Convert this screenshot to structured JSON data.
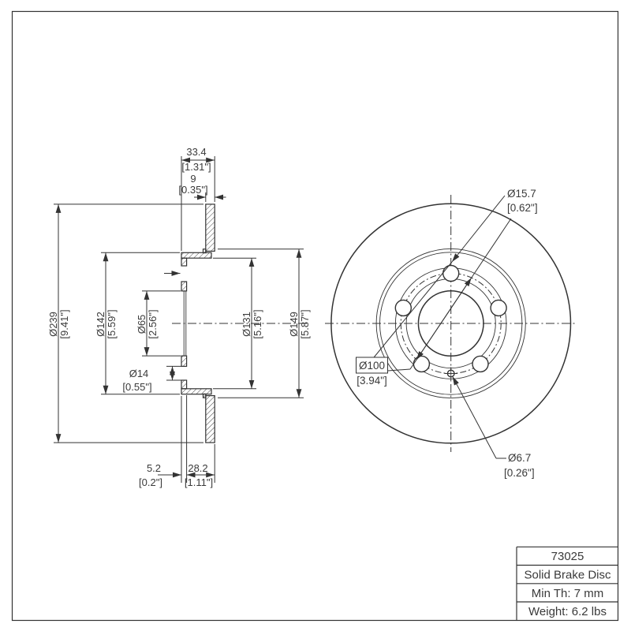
{
  "drawing": {
    "type_label": "Solid Brake Disc technical drawing",
    "section_view": {
      "dims": {
        "total_width_mm": "33.4",
        "total_width_in": "[1.31\"]",
        "disc_thickness_mm": "9",
        "disc_thickness_in": "[0.35\"]",
        "outer_dia_mm": "Ø239",
        "outer_dia_in": "[9.41\"]",
        "hat_dia_mm": "Ø142",
        "hat_dia_in": "[5.59\"]",
        "bore_dia_mm": "Ø65",
        "bore_dia_in": "[2.56\"]",
        "small_hole_dia_mm": "Ø14",
        "small_hole_dia_in": "[0.55\"]",
        "inner_dia_1_mm": "Ø131",
        "inner_dia_1_in": "[5.16\"]",
        "inner_dia_2_mm": "Ø149",
        "inner_dia_2_in": "[5.87\"]",
        "hat_face_thickness_mm": "5.2",
        "hat_face_thickness_in": "[0.2\"]",
        "hat_depth_mm": "28.2",
        "hat_depth_in": "[1.11\"]"
      }
    },
    "front_view": {
      "bolt_hole_dia_mm": "Ø15.7",
      "bolt_hole_dia_in": "[0.62\"]",
      "bolt_circle_dia_mm": "Ø100",
      "bolt_circle_dia_in": "[3.94\"]",
      "set_screw_hole_dia_mm": "Ø6.7",
      "set_screw_hole_dia_in": "[0.26\"]"
    },
    "title_block": {
      "part_number": "73025",
      "description": "Solid Brake Disc",
      "min_thickness": "Min Th: 7 mm",
      "weight": "Weight: 6.2 lbs"
    },
    "colors": {
      "line": "#333333",
      "text": "#3a3a3a",
      "background": "#ffffff"
    }
  }
}
